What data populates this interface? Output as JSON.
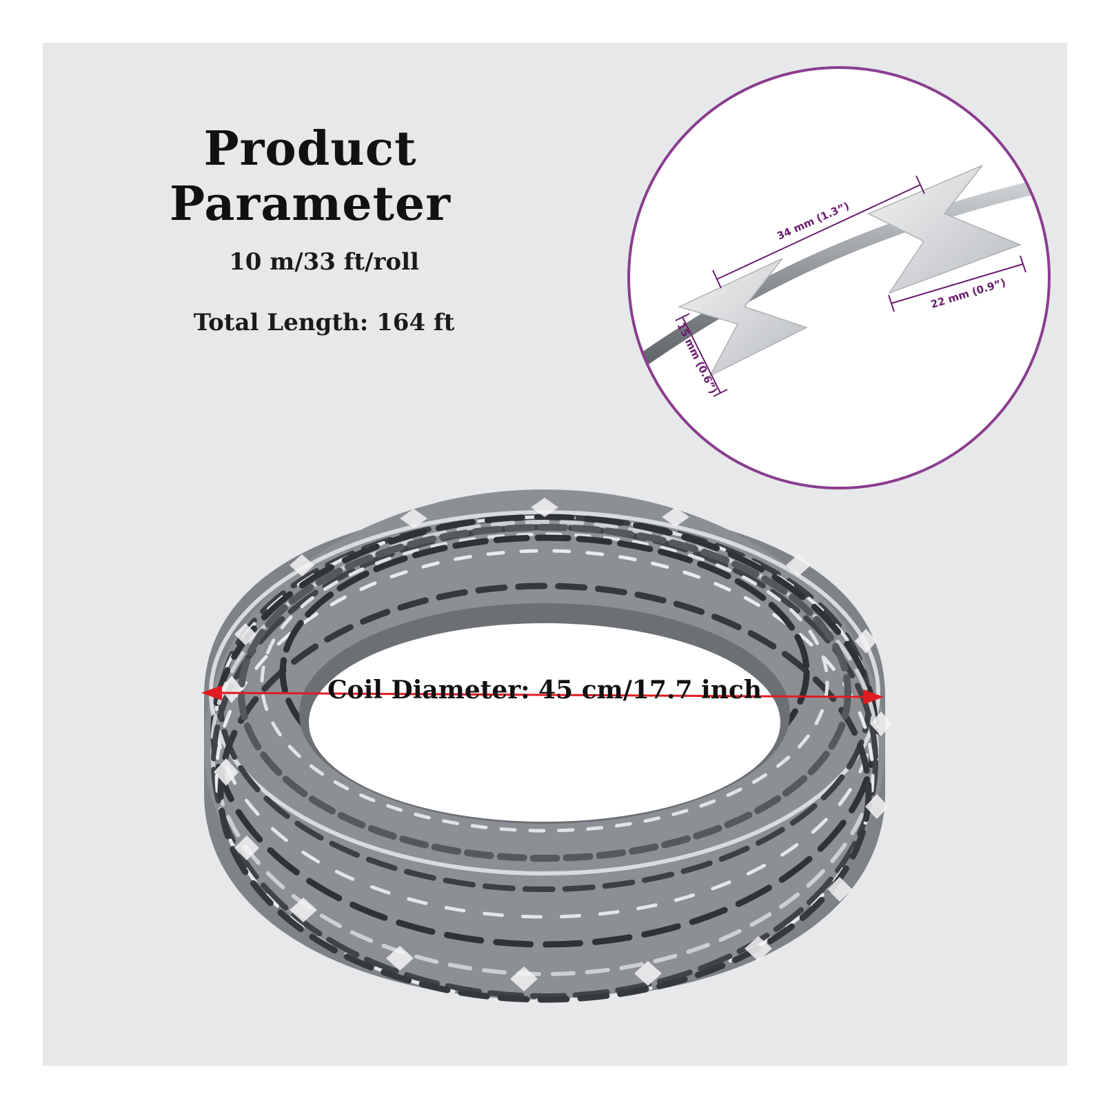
{
  "title": "Product Parameter",
  "specs": {
    "per_roll": "10 m/33 ft/roll",
    "total_length": "Total Length: 164 ft"
  },
  "coil_diameter_label": "Coil Diameter: 45 cm/17.7 inch",
  "detail_inset": {
    "dim_spacing": "34 mm (1.3”)",
    "dim_blade_length": "22 mm (0.9”)",
    "dim_blade_width": "15 mm (0.6”)"
  },
  "colors": {
    "background": "#e7e8ea",
    "inset_border": "#8a3d8f",
    "dimension_text": "#6a1b6e",
    "diameter_arrow": "#e11b22",
    "wire_steel": "#9a9ea3"
  }
}
